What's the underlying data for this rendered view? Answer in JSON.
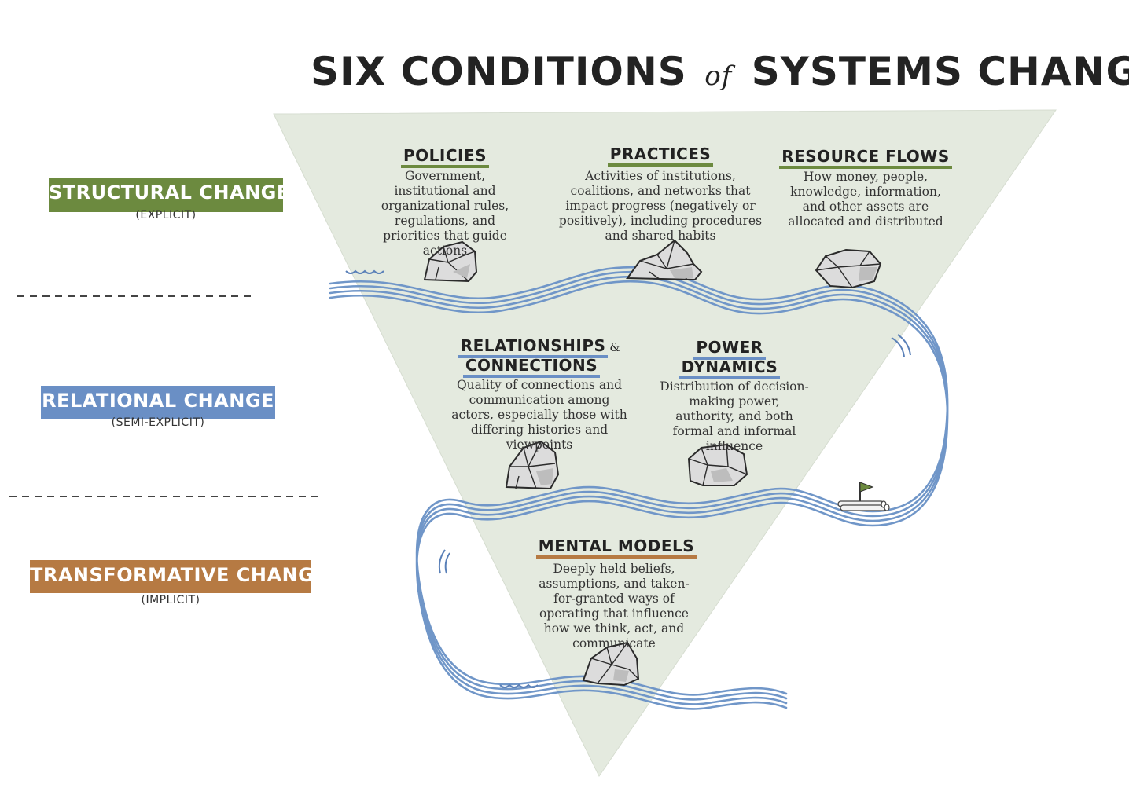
{
  "title": {
    "part1": "SIX CONDITIONS",
    "connector": "of",
    "part2": "SYSTEMS CHANGE"
  },
  "levels": [
    {
      "label": "STRUCTURAL CHANGE",
      "sub": "(EXPLICIT)",
      "color": "#6c8a3f"
    },
    {
      "label": "RELATIONAL CHANGE",
      "sub": "(SEMI-EXPLICIT)",
      "color": "#6a8fc5"
    },
    {
      "label": "TRANSFORMATIVE CHANGE",
      "sub": "(IMPLICIT)",
      "color": "#b67a43"
    }
  ],
  "conditions": {
    "policies": {
      "title": "POLICIES",
      "description": "Government, institutional and organizational rules, regulations, and priorities that guide actions"
    },
    "practices": {
      "title": "PRACTICES",
      "description": "Activities of institutions, coalitions, and networks that impact progress (negatively or positively), including procedures and shared habits"
    },
    "resource_flows": {
      "title": "RESOURCE FLOWS",
      "description": "How money, people, knowledge, information, and other assets are allocated and distributed"
    },
    "relationships": {
      "title_line1": "RELATIONSHIPS",
      "ampersand": "&",
      "title_line2": "CONNECTIONS",
      "description": "Quality of connections and communication among actors, especially those with differing histories and viewpoints"
    },
    "power_dynamics": {
      "title_line1": "POWER",
      "title_line2": "DYNAMICS",
      "description": "Distribution of decision-making power, authority, and both formal and informal influence"
    },
    "mental_models": {
      "title": "MENTAL MODELS",
      "description": "Deeply held beliefs, assumptions, and taken-for-granted ways of operating that influence how we think, act, and communicate"
    }
  },
  "icons": {
    "rock": "rock-icon",
    "raft": "raft-flag-icon",
    "ripple": "water-ripple-icon"
  },
  "colors": {
    "triangle": "#e4eadf",
    "river": "#7096c8",
    "text": "#232323"
  }
}
